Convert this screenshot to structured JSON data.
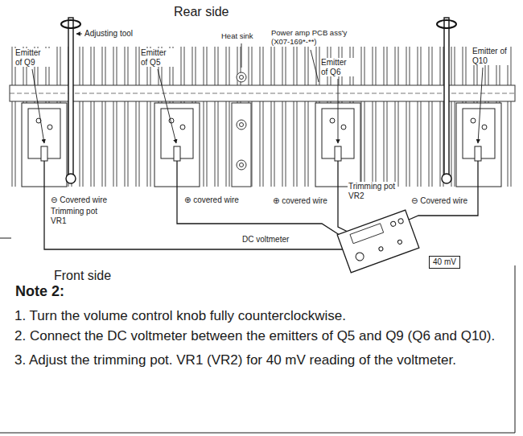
{
  "diagram": {
    "nodes": [
      {
        "text": [
          "40 mV"
        ]
      }
    ],
    "labels": [
      "Rear side",
      "Adjusting tool",
      "Heat sink",
      "Power amp PCB ass'y (X07-169*-**)",
      "Emitter of Q9",
      "Emitter of Q5",
      "Emitter of Q6",
      "Emitter of Q10",
      "⊖ Covered wire",
      "Trimming pot VR1",
      "⊕ covered wire",
      "⊕ covered wire",
      "Trimming pot VR2",
      "⊖ Covered wire",
      "DC voltmeter",
      "Front side",
      "Note 2:",
      "1. Turn the volume control knob fully counterclockwise.",
      "2. Connect the DC voltmeter between the emitters of Q5 and Q9 (Q6 and Q10).",
      "3. Adjust the trimming pot. VR1 (VR2) for 40 mV reading of the voltmeter."
    ]
  }
}
